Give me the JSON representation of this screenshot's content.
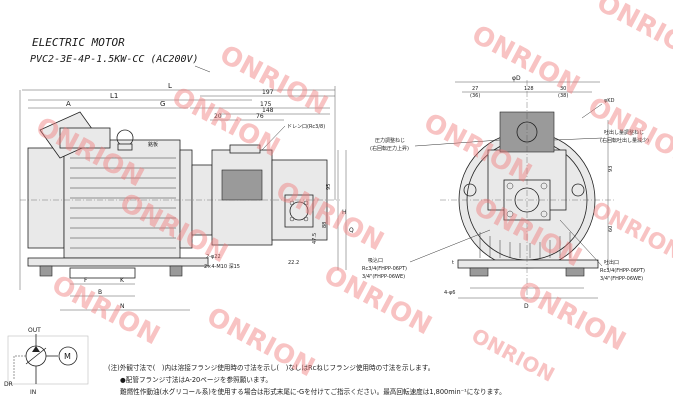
{
  "title": {
    "line1": "ELECTRIC MOTOR",
    "line2": "PVC2-3E-4P-1.5KW-CC (AC200V)"
  },
  "watermark": "ONRION",
  "dimensions": {
    "L": "L",
    "L1": "L1",
    "A": "A",
    "G": "G",
    "B": "B",
    "F": "F",
    "K": "K",
    "N": "N",
    "H": "H",
    "D": "D",
    "Q": "Q",
    "N_mm": "197",
    "v175": "175",
    "v148": "148",
    "v76": "76",
    "v20": "20",
    "v88": "88",
    "v95": "95",
    "v47_5": "47.5",
    "v22_2": "22.2",
    "v27": "27",
    "v36": "(36)",
    "v128": "128",
    "v30": "30",
    "v38": "(38)",
    "v93": "93",
    "v60": "60",
    "v2_dia": "2-φ22",
    "v4_dia": "4-φ6",
    "phiD": "φD",
    "phiKD": "φKD"
  },
  "labels": {
    "nameplate": "銘板",
    "drain": "ドレン口(Rc3/8)",
    "pressure_adj": "圧力調整ねじ",
    "pressure_adj_sub": "(右回転圧力上昇)",
    "flow_adj": "吐出し量調整ねじ",
    "flow_adj_sub": "(右回転吐出し量減少)",
    "bolt": "2×4-M10 深15",
    "suction_port": "吸込口",
    "suction_spec1": "Rc3/4(FHPP-06PT)",
    "suction_spec2": "3/4\"(FHPP-06WE)",
    "discharge_port": "吐出口",
    "discharge_spec1": "Rc3/4(FHPP-06PT)",
    "discharge_spec2": "3/4\"(FHPP-06WE)",
    "leg_t": "t"
  },
  "hydraulic_symbol": {
    "out": "OUT",
    "in": "IN",
    "dr": "DR",
    "motor": "M"
  },
  "notes": {
    "note1": "(注)外観寸法で(　)内は溶接フランジ使用時の寸法を示し(　)なしはRcねじフランジ使用時の寸法を示します。",
    "note2": "●配管フランジ寸法はA-20ページを参照願います。",
    "note3": "難燃性作動油(水グリコール系)を使用する場合は形式末尾に-Gを付けてご指示ください。最高回転速度は1,800min⁻¹になります。"
  }
}
